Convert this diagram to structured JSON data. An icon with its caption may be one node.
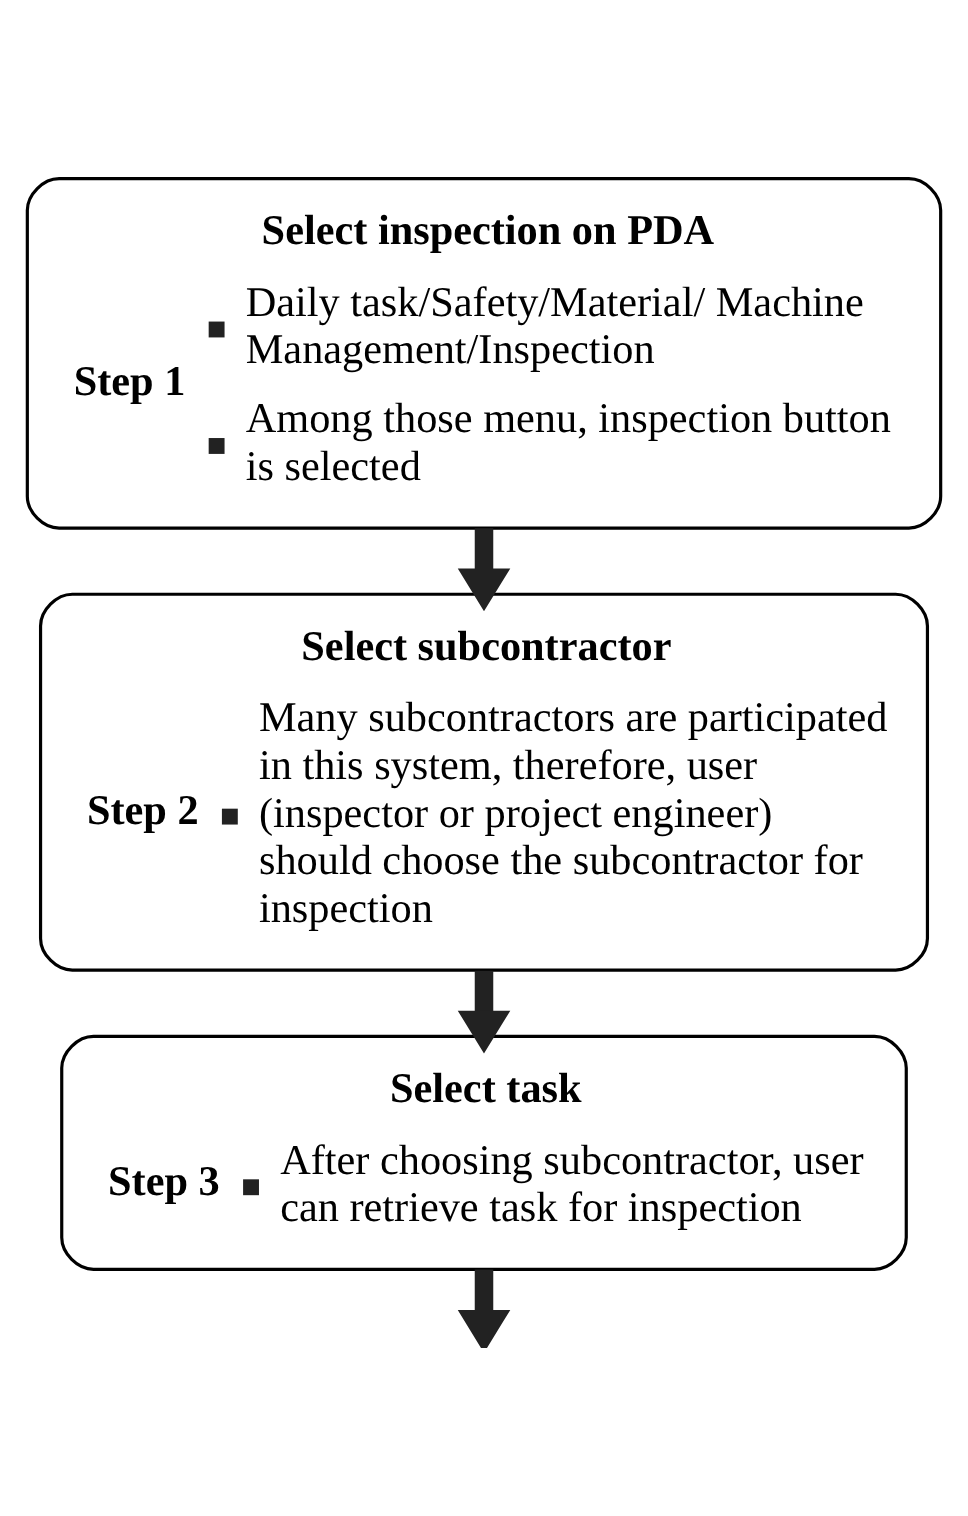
{
  "diagram": {
    "nodes": [
      {
        "text": [
          "Select inspection on PDA",
          "Step 1",
          "Daily task/Safety/Material/ Machine Management/Inspection",
          "Among those menu, inspection button is selected"
        ]
      },
      {
        "text": [
          "Select subcontractor",
          "Step 2",
          "Many subcontractors are participated in this system, therefore, user (inspector or project engineer) should choose the subcontractor for inspection"
        ]
      },
      {
        "text": [
          "Select task",
          "Step 3",
          "After choosing subcontractor, user can retrieve task for inspection"
        ]
      }
    ],
    "edges": [
      {
        "from": 0,
        "to": 1,
        "arrow": "to"
      },
      {
        "from": 1,
        "to": 2,
        "arrow": "to"
      },
      {
        "from": 2,
        "to": null,
        "arrow": "to"
      }
    ]
  }
}
